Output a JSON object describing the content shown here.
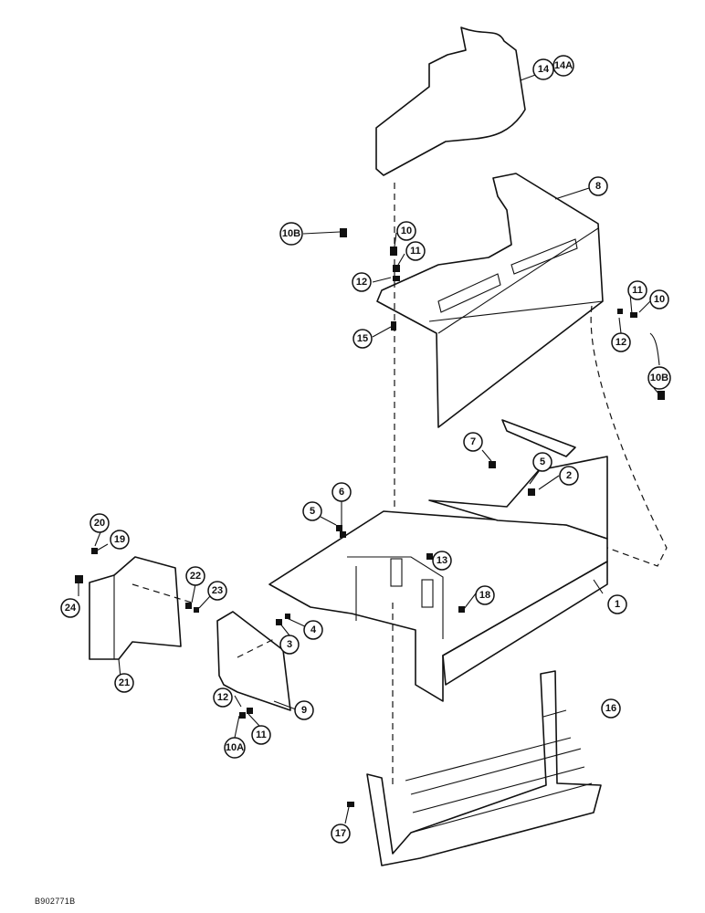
{
  "callouts": [
    {
      "id": "c1",
      "label": "1"
    },
    {
      "id": "c2",
      "label": "2"
    },
    {
      "id": "c3",
      "label": "3"
    },
    {
      "id": "c4",
      "label": "4"
    },
    {
      "id": "c5a",
      "label": "5"
    },
    {
      "id": "c5b",
      "label": "5"
    },
    {
      "id": "c6",
      "label": "6"
    },
    {
      "id": "c7",
      "label": "7"
    },
    {
      "id": "c8",
      "label": "8"
    },
    {
      "id": "c9",
      "label": "9"
    },
    {
      "id": "c10a",
      "label": "10"
    },
    {
      "id": "c10b",
      "label": "10"
    },
    {
      "id": "c10A",
      "label": "10A"
    },
    {
      "id": "c10Ba",
      "label": "10B"
    },
    {
      "id": "c10Bb",
      "label": "10B"
    },
    {
      "id": "c11a",
      "label": "11"
    },
    {
      "id": "c11b",
      "label": "11"
    },
    {
      "id": "c11c",
      "label": "11"
    },
    {
      "id": "c12a",
      "label": "12"
    },
    {
      "id": "c12b",
      "label": "12"
    },
    {
      "id": "c12c",
      "label": "12"
    },
    {
      "id": "c13",
      "label": "13"
    },
    {
      "id": "c14",
      "label": "14"
    },
    {
      "id": "c14A",
      "label": "14A"
    },
    {
      "id": "c15",
      "label": "15"
    },
    {
      "id": "c16",
      "label": "16"
    },
    {
      "id": "c17",
      "label": "17"
    },
    {
      "id": "c18",
      "label": "18"
    },
    {
      "id": "c19",
      "label": "19"
    },
    {
      "id": "c20",
      "label": "20"
    },
    {
      "id": "c21",
      "label": "21"
    },
    {
      "id": "c22",
      "label": "22"
    },
    {
      "id": "c23",
      "label": "23"
    },
    {
      "id": "c24",
      "label": "24"
    }
  ],
  "reference_number": "B902771B"
}
